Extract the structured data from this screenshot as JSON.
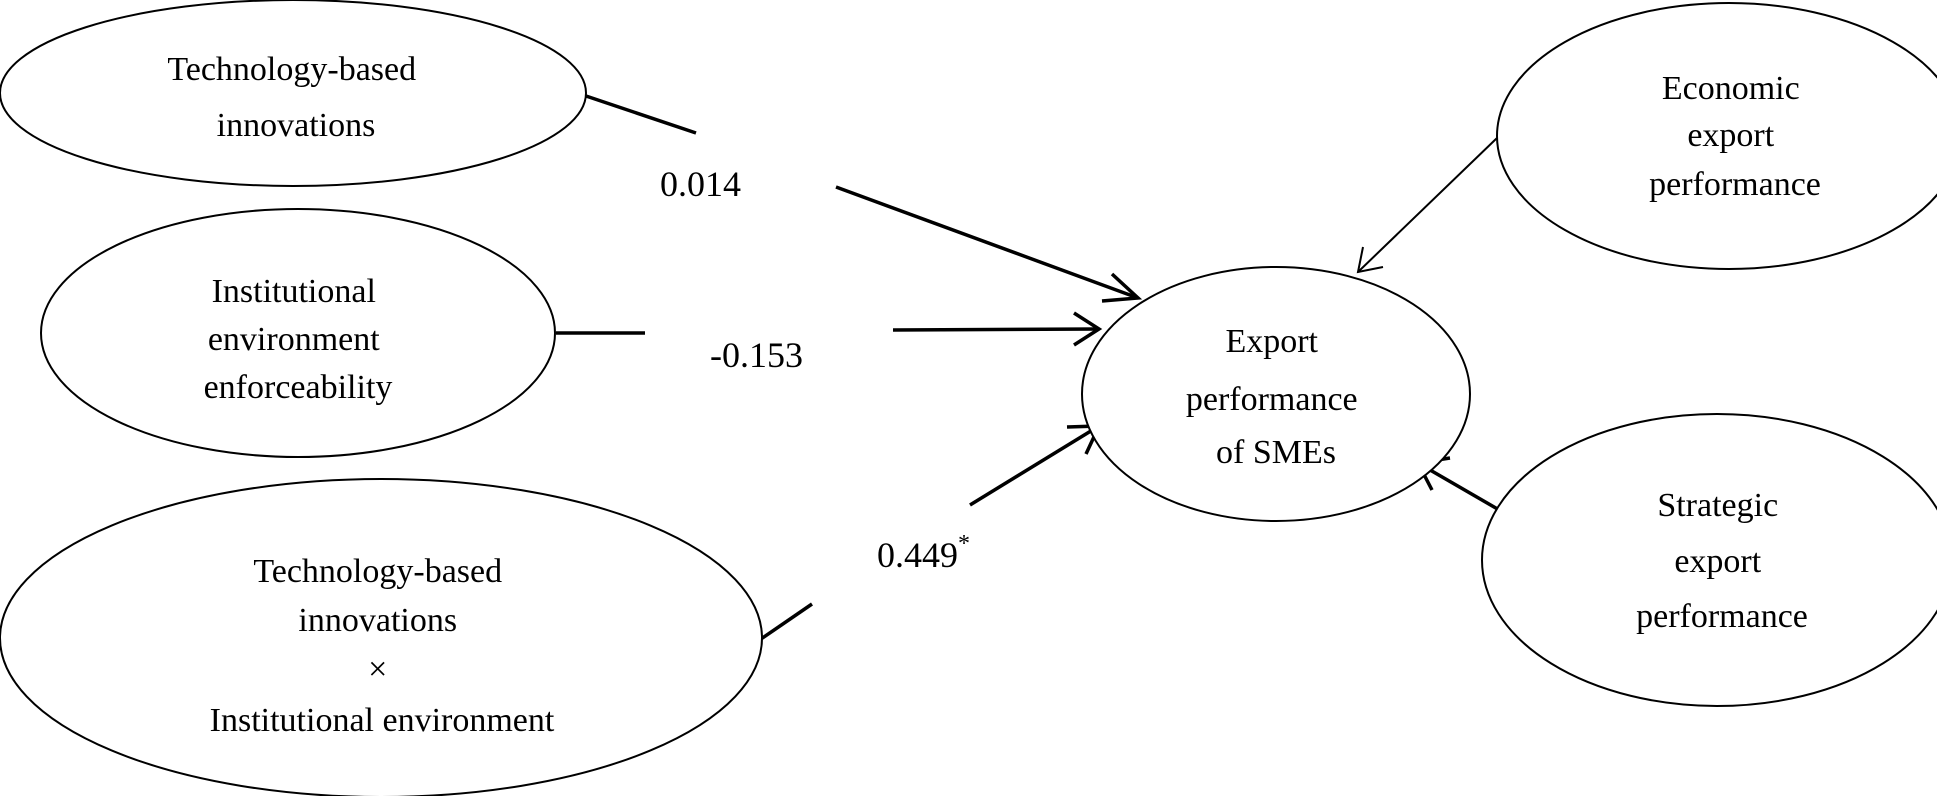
{
  "nodes": {
    "tech": {
      "lines": [
        "Technology-based",
        "innovations"
      ]
    },
    "inst": {
      "lines": [
        "Institutional",
        "environment",
        "enforceability"
      ]
    },
    "interaction": {
      "lines": [
        "Technology-based",
        "innovations",
        "×",
        "Institutional environment"
      ]
    },
    "export": {
      "lines": [
        "Export",
        "performance",
        "of SMEs"
      ]
    },
    "economic": {
      "lines": [
        "Economic",
        "export",
        "performance"
      ]
    },
    "strategic": {
      "lines": [
        "Strategic",
        "export",
        "performance"
      ]
    }
  },
  "paths": {
    "tech_to_export": {
      "coefficient": "0.014",
      "significance": ""
    },
    "inst_to_export": {
      "coefficient": "-0.153",
      "significance": ""
    },
    "interaction_to_export": {
      "coefficient": "0.449",
      "significance": "*"
    }
  }
}
